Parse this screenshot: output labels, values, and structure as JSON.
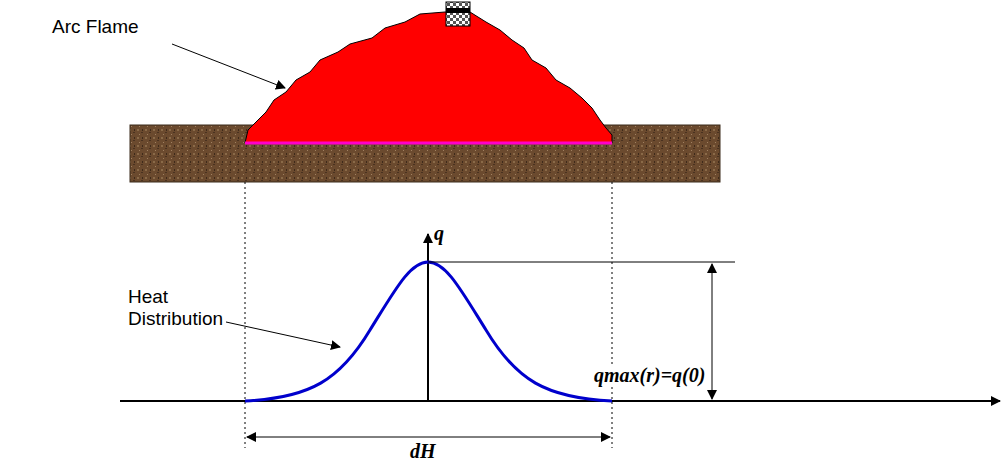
{
  "diagram": {
    "labels": [
      "Arc Flame",
      "q",
      "Heat Distribution",
      "qmax(r)=q(0)",
      "dH"
    ]
  }
}
